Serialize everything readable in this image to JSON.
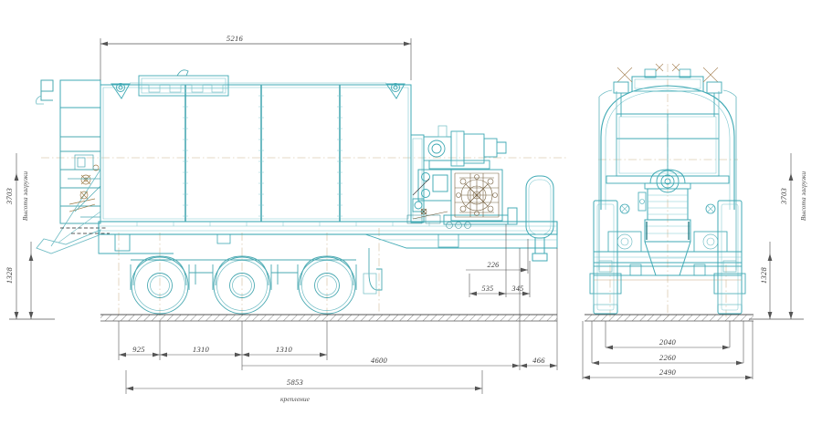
{
  "drawing": {
    "type": "engineering-assembly-drawing",
    "subject": "Vacuum tanker truck on 3-axle chassis — side elevation and front elevation",
    "units": "mm",
    "line_colors": {
      "part_outline": "#3fa9b4",
      "part_outline_light": "#7ec8d0",
      "dimension": "#555555",
      "centerline": "#c8a882",
      "ground_hatch": "#555555",
      "engine_detail": "#8a6a3a",
      "background": "#ffffff"
    }
  },
  "side_view": {
    "name": "side-elevation",
    "top_dimension": {
      "value": "5216",
      "note": "overall tank/body length at top"
    },
    "left_vertical_dimensions": {
      "overall": "3703",
      "overall_label": "Высота загрузки",
      "lower": "1328"
    },
    "bottom_chain": [
      {
        "value": "925"
      },
      {
        "value": "1310"
      },
      {
        "value": "1310"
      }
    ],
    "bottom_secondary": [
      {
        "value": "4600"
      },
      {
        "value": "466"
      }
    ],
    "bottom_overall": {
      "value": "5853",
      "label": "крепление"
    },
    "detail_dimensions": [
      {
        "value": "226"
      },
      {
        "value": "535"
      },
      {
        "value": "345"
      }
    ]
  },
  "front_view": {
    "name": "front-elevation",
    "right_vertical_dimensions": {
      "overall": "3703",
      "overall_label": "Высота загрузки",
      "lower": "1328"
    },
    "bottom_chain": [
      {
        "value": "2040",
        "note": "track width inner"
      },
      {
        "value": "2260",
        "note": "track width outer"
      },
      {
        "value": "2490",
        "note": "overall width"
      }
    ]
  }
}
